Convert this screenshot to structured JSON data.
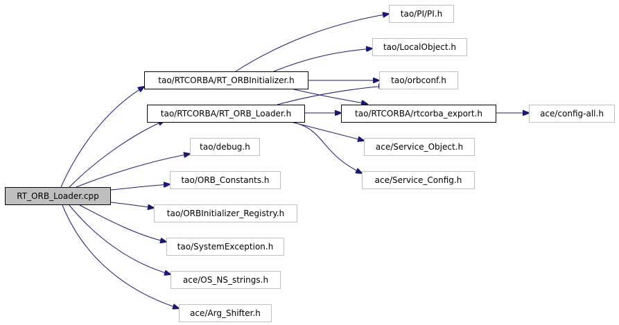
{
  "diagram": {
    "nodes": {
      "root": "RT_ORB_Loader.cpp",
      "rt_orbinitializer": "tao/RTCORBA/RT_ORBInitializer.h",
      "rt_orb_loader": "tao/RTCORBA/RT_ORB_Loader.h",
      "pi": "tao/PI/PI.h",
      "localobject": "tao/LocalObject.h",
      "orbconf": "tao/orbconf.h",
      "rtcorba_export": "tao/RTCORBA/rtcorba_export.h",
      "config_all": "ace/config-all.h",
      "service_object": "ace/Service_Object.h",
      "service_config": "ace/Service_Config.h",
      "debug": "tao/debug.h",
      "orb_constants": "tao/ORB_Constants.h",
      "orbinitializer_registry": "tao/ORBInitializer_Registry.h",
      "systemexception": "tao/SystemException.h",
      "os_ns_strings": "ace/OS_NS_strings.h",
      "arg_shifter": "ace/Arg_Shifter.h"
    },
    "colors": {
      "edge": "#191970",
      "root_fill": "#bfbfbf",
      "node_border": "#bfbfbf",
      "dark_border": "#000000"
    }
  }
}
